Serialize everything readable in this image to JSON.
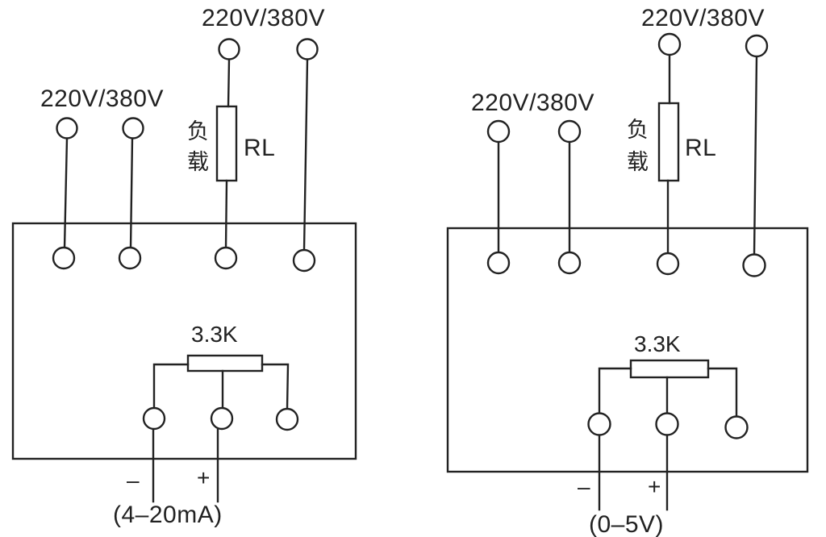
{
  "diagrams": [
    {
      "id": "left",
      "power_top_label": "220V/380V",
      "power_side_label": "220V/380V",
      "load_label_cn_1": "负",
      "load_label_cn_2": "载",
      "load_label": "RL",
      "pot_label": "3.3K",
      "minus_label": "–",
      "plus_label": "+",
      "signal_label": "(4–20mA)"
    },
    {
      "id": "right",
      "power_top_label": "220V/380V",
      "power_side_label": "220V/380V",
      "load_label_cn_1": "负",
      "load_label_cn_2": "载",
      "load_label": "RL",
      "pot_label": "3.3K",
      "minus_label": "–",
      "plus_label": "+",
      "signal_label": "(0–5V)"
    }
  ]
}
